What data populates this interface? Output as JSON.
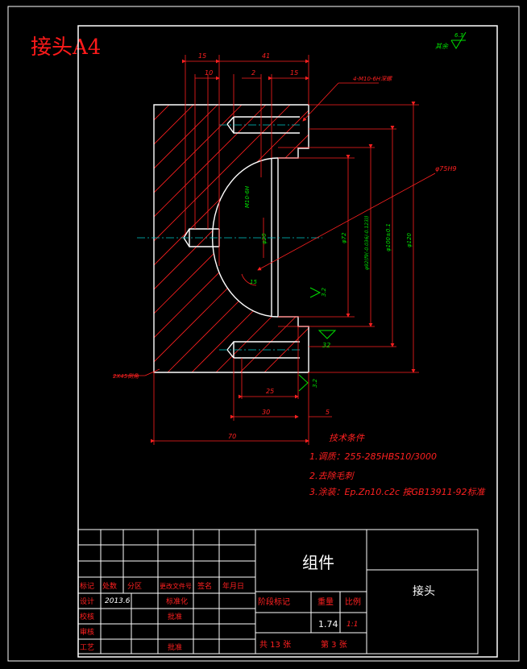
{
  "sheet": {
    "title": "接头A4"
  },
  "surface_finish_corner": {
    "label": "其余",
    "value": "6.3"
  },
  "dimensions": {
    "top_15": "15",
    "top_41": "41",
    "top_10": "10",
    "top_2": "2",
    "top_15b": "15",
    "thread_callout": "4-M10-6H深螺",
    "phi75": "φ75H9",
    "m10": "M10-6H",
    "phi20": "φ20",
    "phi72": "φ72",
    "phi92": "φ92(f9(-0.036/-0.123))",
    "phi100": "φ100±0.1",
    "phi120": "φ120",
    "angle": "15",
    "rough_32a": "3.2",
    "rough_32b": "32",
    "rough_32c": "3.2",
    "chamfer": "2X45倒角",
    "dim_25": "25",
    "dim_30": "30",
    "dim_5": "5",
    "dim_70": "70"
  },
  "notes": {
    "header": "技术条件",
    "line1": "1.调质：255-285HBS10/3000",
    "line2": "2.去除毛刺",
    "line3": "3.涂装：Ep.Zn10.c2c 按GB13911-92标准"
  },
  "title_block": {
    "row_labels": [
      "标记",
      "处数",
      "分区",
      "更改文件号",
      "签名",
      "年月日"
    ],
    "designer_label": "设计",
    "date": "2013.6",
    "standard_label": "标准化",
    "check_label": "校核",
    "process_label": "工艺",
    "review_label": "审核",
    "approve_label": "批准",
    "stage_label": "阶段标记",
    "weight_label": "重量",
    "scale_label": "比例",
    "weight": "1.74",
    "scale": "1:1",
    "sheets_total": "共 13 张",
    "sheet_no": "第 3 张",
    "material": "组件",
    "part_name": "接头"
  },
  "colors": {
    "outline": "#ffffff",
    "dimension": "#ff2020",
    "hatch": "#ff2020",
    "centerline": "#00c8c8",
    "roughness": "#00e000"
  }
}
